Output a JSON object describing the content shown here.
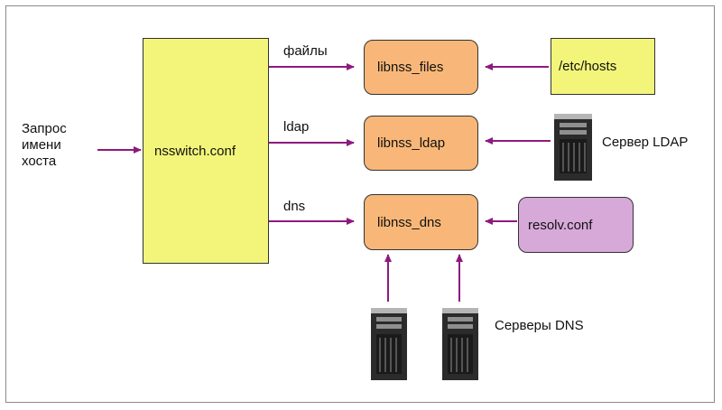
{
  "request": {
    "lines": [
      "Запрос",
      "имени",
      "хоста"
    ]
  },
  "nsswitch": {
    "label": "nsswitch.conf"
  },
  "routes": {
    "files": "файлы",
    "ldap": "ldap",
    "dns": "dns"
  },
  "libs": {
    "files": "libnss_files",
    "ldap": "libnss_ldap",
    "dns": "libnss_dns"
  },
  "sources": {
    "hosts": "/etc/hosts",
    "ldap_server": "Сервер LDAP",
    "resolv": "resolv.conf",
    "dns_servers": "Серверы DNS"
  },
  "colors": {
    "arrow": "#8e1a7e",
    "yellow": "#f3f57a",
    "orange": "#f8b778",
    "purple": "#d7a9d9"
  },
  "icons": {
    "server": "server-tower-icon"
  }
}
